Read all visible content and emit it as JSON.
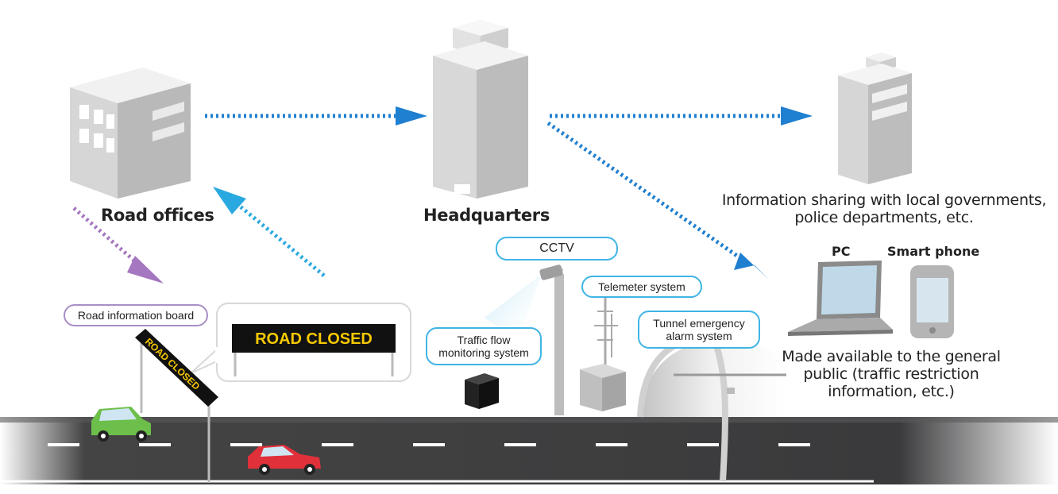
{
  "labels": {
    "road_offices": "Road offices",
    "headquarters": "Headquarters",
    "info_sharing_line1": "Information sharing with local governments,",
    "info_sharing_line2": "police departments, etc.",
    "pc": "PC",
    "smart_phone": "Smart phone",
    "public_line1": "Made available to the general",
    "public_line2": "public (traffic restriction",
    "public_line3": "information, etc.)"
  },
  "callouts": {
    "road_info_board": "Road information board",
    "cctv": "CCTV",
    "telemeter": "Telemeter system",
    "traffic_flow_line1": "Traffic flow",
    "traffic_flow_line2": "monitoring system",
    "tunnel_line1": "Tunnel emergency",
    "tunnel_line2": "alarm system"
  },
  "signs": {
    "board_text": "ROAD CLOSED",
    "overhead_text": "ROAD CLOSED"
  },
  "colors": {
    "arrow_blue": "#1f7fd0",
    "arrow_lightblue": "#2aa9e0",
    "arrow_purple": "#a577c0",
    "sign_text": "#f6c800",
    "callout_border": "#3fb4e5",
    "callout_border_purple": "#a88fc6",
    "car_red": "#e0303a",
    "car_green": "#6cbf4a",
    "road": "#3a3a3c"
  }
}
